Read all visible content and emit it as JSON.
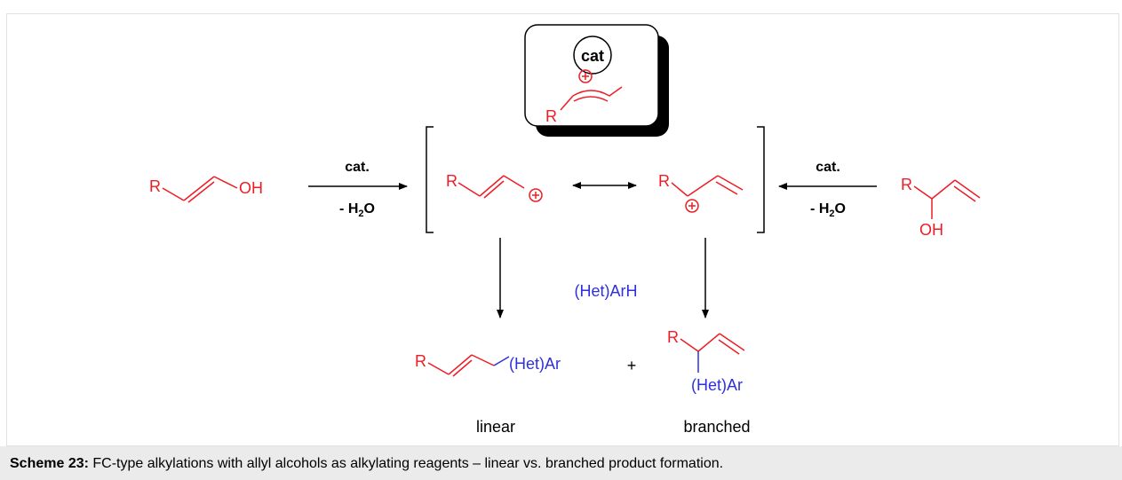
{
  "catalyst_box": {
    "cat_label": "cat",
    "substituent": "R"
  },
  "reactant_left": {
    "substituent": "R",
    "hydroxyl": "OH"
  },
  "reactant_right": {
    "substituent": "R",
    "hydroxyl": "OH"
  },
  "arrow_left": {
    "top_label": "cat.",
    "bottom_label_prefix": "- H",
    "bottom_label_sub": "2",
    "bottom_label_suffix": "O"
  },
  "arrow_right": {
    "top_label": "cat.",
    "bottom_label_prefix": "- H",
    "bottom_label_sub": "2",
    "bottom_label_suffix": "O"
  },
  "cation_linear": {
    "substituent": "R"
  },
  "cation_branched": {
    "substituent": "R"
  },
  "nucleophile": "(Het)ArH",
  "product_linear": {
    "substituent": "R",
    "aryl": "(Het)Ar",
    "label": "linear"
  },
  "plus": "+",
  "product_branched": {
    "substituent": "R",
    "aryl": "(Het)Ar",
    "label": "branched"
  },
  "caption": {
    "bold": "Scheme 23:",
    "text": " FC-type alkylations with allyl alcohols as alkylating reagents – linear vs. branched product formation."
  },
  "colors": {
    "red": "#ee1c25",
    "blue": "#2e31d8",
    "black": "#000000",
    "caption_bg": "#ebebeb"
  }
}
